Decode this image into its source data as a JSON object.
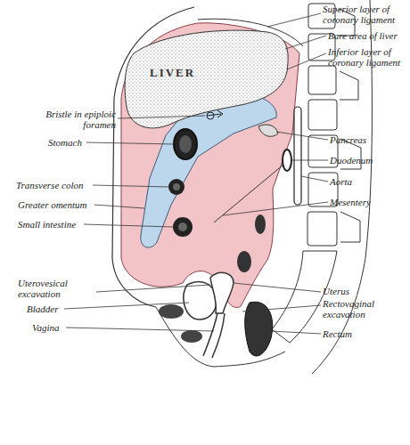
{
  "diagram": {
    "labels": [
      "Superior layer of coronary ligament",
      "Bare area of liver",
      "Inferior layer of coronary ligament",
      "LIVER",
      "Bristle in epiploic foramen",
      "Stomach",
      "Pancreas",
      "Duodenum",
      "Aorta",
      "Transverse colon",
      "Greater omentum",
      "Mesentery",
      "Small intestine",
      "Uterovesical excavation",
      "Uterus",
      "Bladder",
      "Rectovaginal excavation",
      "Vagina",
      "Rectum"
    ]
  }
}
